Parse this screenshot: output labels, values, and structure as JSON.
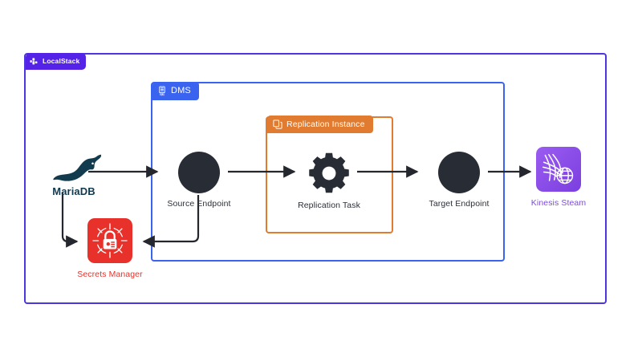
{
  "diagram": {
    "title": "LocalStack DMS replication architecture",
    "background": "#ffffff"
  },
  "containers": [
    {
      "key": "localstack",
      "label": "LocalStack",
      "icon": "localstack-logo-icon",
      "color": "#5522e8",
      "border_color": "#4b36e0"
    },
    {
      "key": "dms",
      "label": "DMS",
      "icon": "database-icon",
      "color": "#3a63f0",
      "border_color": "#3a63f0"
    },
    {
      "key": "replication_instance",
      "label": "Replication Instance",
      "icon": "copy-icon",
      "color": "#e07b2f",
      "border_color": "#e07b2f"
    }
  ],
  "nodes": {
    "mariadb": {
      "label": "MariaDB",
      "icon": "mariadb-seal-logo-icon",
      "color": "#10394f"
    },
    "source_endpoint": {
      "label": "Source Endpoint",
      "icon": "filled-circle-icon",
      "color": "#282c34"
    },
    "replication_task": {
      "label": "Replication Task",
      "icon": "gear-icon",
      "color": "#282c34"
    },
    "target_endpoint": {
      "label": "Target Endpoint",
      "icon": "filled-circle-icon",
      "color": "#282c34"
    },
    "kinesis": {
      "label": "Kinesis Steam",
      "icon": "kinesis-stream-icon",
      "color": "#7d4ae0",
      "tile_color": "#8c4fe8"
    },
    "secrets_manager": {
      "label": "Secrets Manager",
      "icon": "secrets-manager-lock-icon",
      "color": "#e8312a",
      "tile_color": "#e8312a"
    }
  },
  "connections": [
    {
      "from": "mariadb",
      "to": "source_endpoint",
      "style": "arrow"
    },
    {
      "from": "source_endpoint",
      "to": "replication_task",
      "style": "arrow"
    },
    {
      "from": "replication_task",
      "to": "target_endpoint",
      "style": "arrow"
    },
    {
      "from": "target_endpoint",
      "to": "kinesis",
      "style": "arrow"
    },
    {
      "from": "mariadb",
      "to": "secrets_manager",
      "style": "elbow-arrow"
    },
    {
      "from": "source_endpoint",
      "to": "secrets_manager",
      "style": "elbow-arrow"
    }
  ],
  "colors": {
    "wire": "#24272e",
    "localstack_purple": "#5522e8",
    "dms_blue": "#3a63f0",
    "instance_orange": "#e07b2f",
    "node_dark": "#282c34"
  }
}
